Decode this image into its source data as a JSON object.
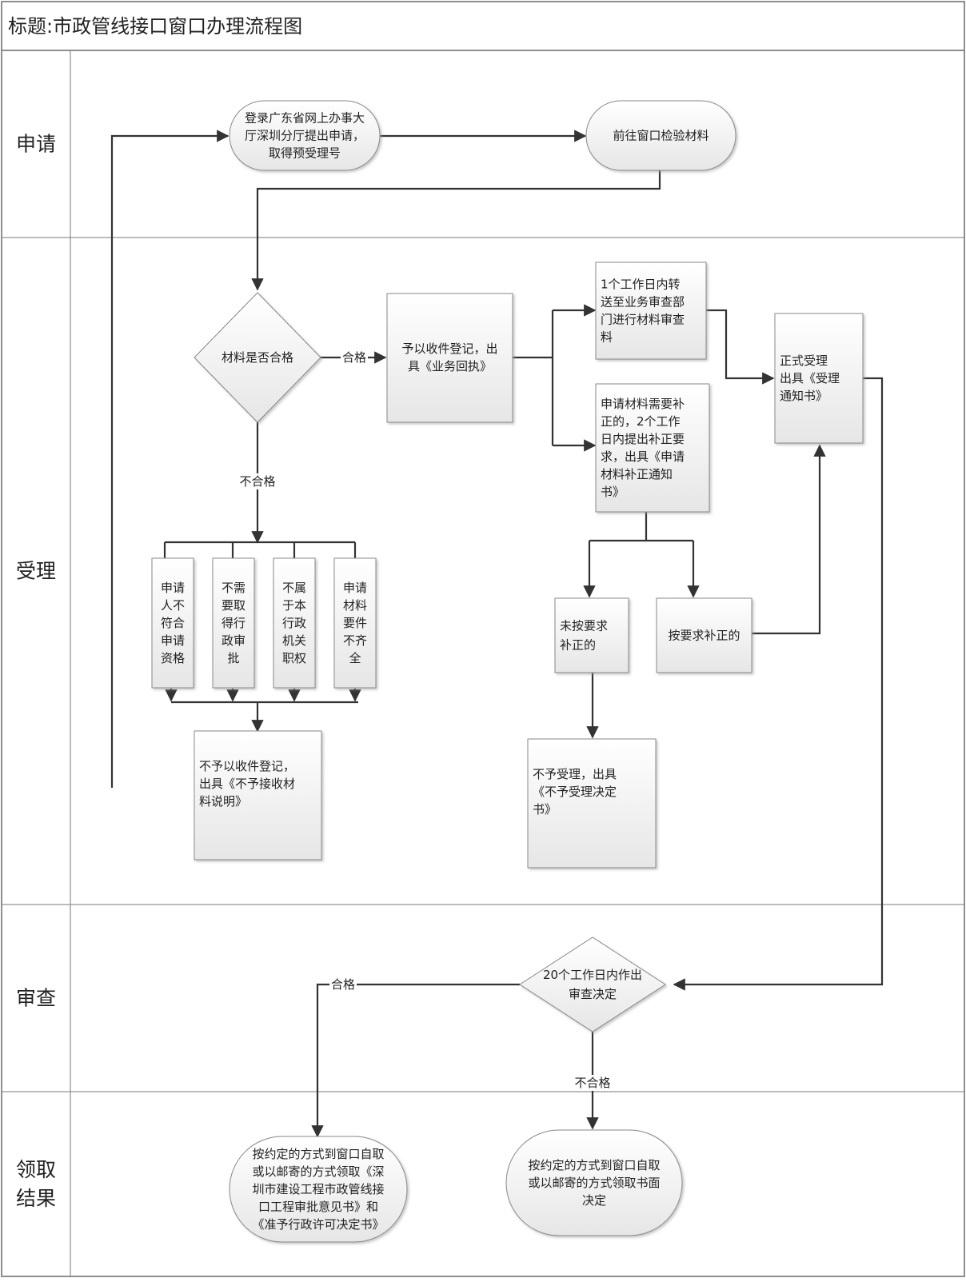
{
  "title": "标题:市政管线接口窗口办理流程图",
  "colors": {
    "line": "#333333",
    "border": "#8a8a8a",
    "node_top": "#ffffff",
    "node_bottom": "#e8e8e8"
  },
  "lanes": [
    {
      "id": "apply",
      "lines": [
        "申请"
      ]
    },
    {
      "id": "accept",
      "lines": [
        "受理"
      ]
    },
    {
      "id": "review",
      "lines": [
        "审查"
      ]
    },
    {
      "id": "result",
      "lines": [
        "领取",
        "结果"
      ]
    }
  ],
  "nodes": {
    "login": [
      "登录广东省网上办事大",
      "厅深圳分厅提出申请，",
      "取得预受理号"
    ],
    "go_window": [
      "前往窗口检验材料"
    ],
    "check": [
      "材料是否合格"
    ],
    "register": [
      "予以收件登记，出",
      "具《业务回执》"
    ],
    "transfer": [
      "1个工作日内转",
      "送至业务审查部",
      "门进行材料审查",
      "料"
    ],
    "supplement": [
      "申请材料需要补",
      "正的，2个工作",
      "日内提出补正要",
      "求，出具《申请",
      "材料补正通知",
      "书》"
    ],
    "formal": [
      "正式受理",
      "出具《受理",
      "通知书》"
    ],
    "r1": [
      "申请",
      "人不",
      "符合",
      "申请",
      "资格"
    ],
    "r2": [
      "不需",
      "要取",
      "得行",
      "政审",
      "批"
    ],
    "r3": [
      "不属",
      "于本",
      "行政",
      "机关",
      "职权"
    ],
    "r4": [
      "申请",
      "材料",
      "要件",
      "不齐",
      "全"
    ],
    "not_fixed": [
      "未按要求",
      "补正的"
    ],
    "fixed": [
      "按要求补正的"
    ],
    "reject_recv": [
      "不予以收件登记，",
      "出具《不予接收材",
      "料说明》"
    ],
    "reject_accept": [
      "不予受理，出具",
      "《不予受理决定",
      "书》"
    ],
    "decision": [
      "20个工作日内作出",
      "审查决定"
    ],
    "get_permit": [
      "按约定的方式到窗口自取",
      "或以邮寄的方式领取《深",
      "圳市建设工程市政管线接",
      "口工程审批意见书》和",
      "《准予行政许可决定书》"
    ],
    "get_denial": [
      "按约定的方式到窗口自取",
      "或以邮寄的方式领取书面",
      "决定"
    ]
  },
  "edge_labels": {
    "pass1": "合格",
    "fail1": "不合格",
    "pass2": "合格",
    "fail2": "不合格"
  }
}
